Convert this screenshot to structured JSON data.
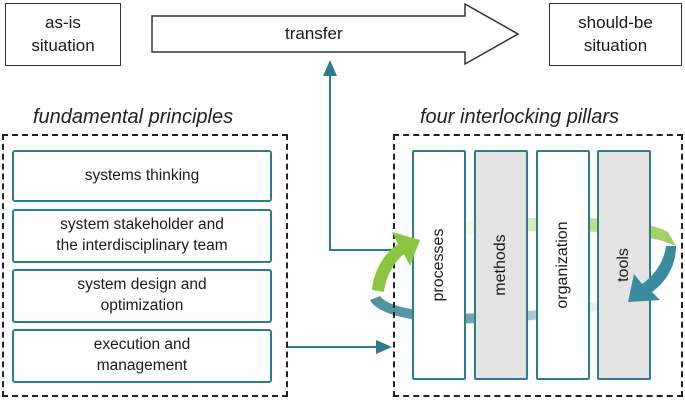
{
  "as_is": {
    "line1": "as-is",
    "line2": "situation"
  },
  "should_be": {
    "line1": "should-be",
    "line2": "situation"
  },
  "transfer_label": "transfer",
  "principles": {
    "title": "fundamental principles",
    "items": [
      {
        "line1": "systems thinking",
        "line2": ""
      },
      {
        "line1": "system stakeholder and",
        "line2": "the interdisciplinary team"
      },
      {
        "line1": "system design and",
        "line2": "optimization"
      },
      {
        "line1": "execution and",
        "line2": "management"
      }
    ]
  },
  "pillars": {
    "title": "four interlocking pillars",
    "items": [
      {
        "label": "processes",
        "fill": "white"
      },
      {
        "label": "methods",
        "fill": "grey"
      },
      {
        "label": "organization",
        "fill": "white"
      },
      {
        "label": "tools",
        "fill": "grey"
      }
    ]
  },
  "colors": {
    "teal": "#2f7c8c",
    "green": "#8cc63f",
    "grey_fill": "#e3e3e3"
  }
}
